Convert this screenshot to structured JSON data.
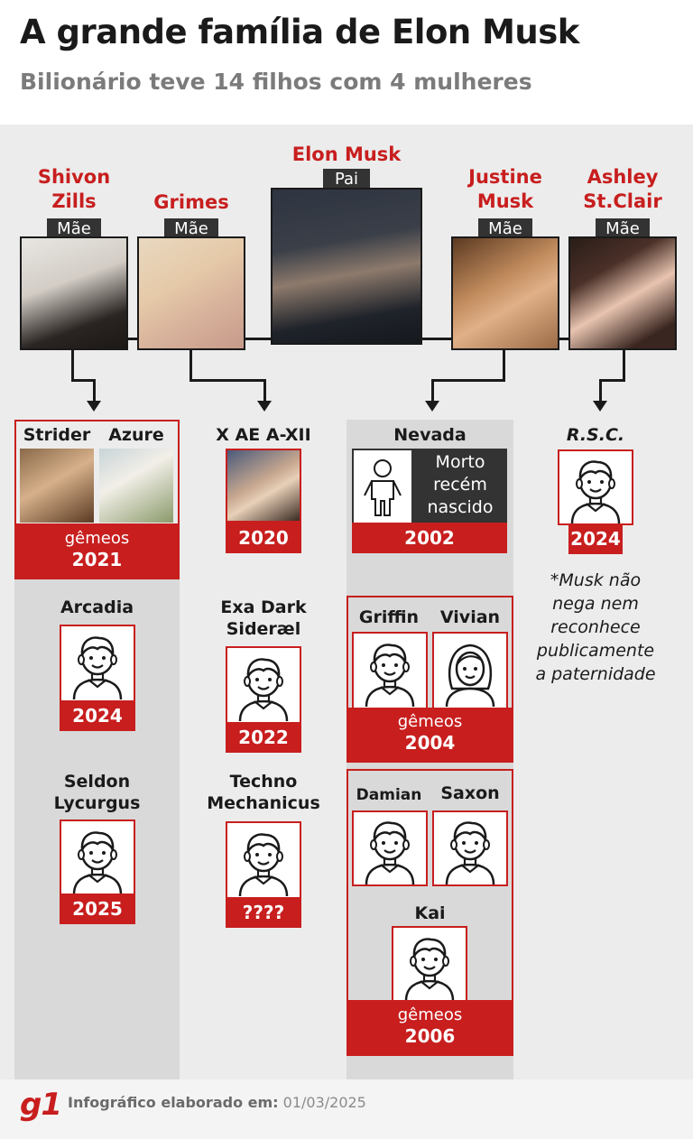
{
  "header": {
    "title": "A grande família de Elon Musk",
    "subtitle": "Bilionário teve 14 filhos com 4 mulheres"
  },
  "parents": {
    "shivon": {
      "name_line1": "Shivon",
      "name_line2": "Zills",
      "role": "Mãe"
    },
    "grimes": {
      "name": "Grimes",
      "role": "Mãe"
    },
    "elon": {
      "name": "Elon Musk",
      "role": "Pai"
    },
    "justine": {
      "name_line1": "Justine",
      "name_line2": "Musk",
      "role": "Mãe"
    },
    "ashley": {
      "name_line1": "Ashley",
      "name_line2": "St.Clair",
      "role": "Mãe"
    }
  },
  "children": {
    "strider": "Strider",
    "azure": "Azure",
    "shivon_twins_label": "gêmeos",
    "shivon_twins_year": "2021",
    "arcadia": "Arcadia",
    "arcadia_year": "2024",
    "seldon_line1": "Seldon",
    "seldon_line2": "Lycurgus",
    "seldon_year": "2025",
    "xae": "X AE A-XII",
    "xae_year": "2020",
    "exa_line1": "Exa Dark",
    "exa_line2": "Sideræl",
    "exa_year": "2022",
    "techno_line1": "Techno",
    "techno_line2": "Mechanicus",
    "techno_year": "????",
    "nevada": "Nevada",
    "nevada_note_line1": "Morto",
    "nevada_note_line2": "recém",
    "nevada_note_line3": "nascido",
    "nevada_year": "2002",
    "griffin": "Griffin",
    "vivian": "Vivian",
    "twins2004_label": "gêmeos",
    "twins2004_year": "2004",
    "damian": "Damian",
    "saxon": "Saxon",
    "kai": "Kai",
    "triplets_label": "gêmeos",
    "triplets_year": "2006",
    "rsc": "R.S.C.",
    "rsc_year": "2024"
  },
  "note": {
    "line1": "*Musk não",
    "line2": "nega nem",
    "line3": "reconhece",
    "line4": "publicamente",
    "line5": "a paternidade"
  },
  "footer": {
    "logo": "g1",
    "credit_label": "Infográfico elaborado em:",
    "credit_date": "01/03/2025"
  },
  "colors": {
    "accent": "#c81e1e",
    "column": "#d9d9d9",
    "dark": "#333333"
  },
  "icons": {
    "avatar": "child-avatar-icon",
    "baby": "baby-outline-icon"
  }
}
